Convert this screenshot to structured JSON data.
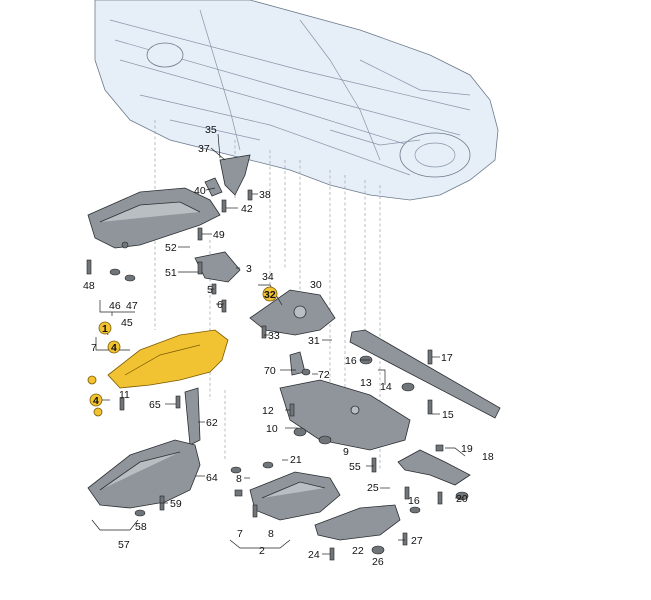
{
  "diagram": {
    "highlight_color": "#f1c232",
    "part_color": "#8f959b",
    "car_body_color": "#e6eef8",
    "labels": {
      "l35": "35",
      "l37": "37",
      "l40": "40",
      "l38": "38",
      "l42": "42",
      "l52": "52",
      "l49": "49",
      "l51": "51",
      "l3": "3",
      "l34": "34",
      "l5": "5",
      "l6": "6",
      "l30": "30",
      "l32": "32",
      "l33": "33",
      "l48": "48",
      "l46": "46",
      "l47": "47",
      "l45": "45",
      "l1": "1",
      "l7": "7",
      "l4a": "4",
      "l4b": "4",
      "l11": "11",
      "l65": "65",
      "l62": "62",
      "l31": "31",
      "l16a": "16",
      "l17": "17",
      "l70": "70",
      "l72": "72",
      "l13": "13",
      "l14": "14",
      "l15": "15",
      "l12": "12",
      "l10": "10",
      "l9": "9",
      "l55": "55",
      "l19": "19",
      "l18": "18",
      "l8a": "8",
      "l21": "21",
      "l64": "64",
      "l59": "59",
      "l58": "58",
      "l57": "57",
      "l7b": "7",
      "l2": "2",
      "l8b": "8",
      "l25": "25",
      "l16b": "16",
      "l20": "20",
      "l24": "24",
      "l22": "22",
      "l27": "27",
      "l26": "26"
    }
  }
}
